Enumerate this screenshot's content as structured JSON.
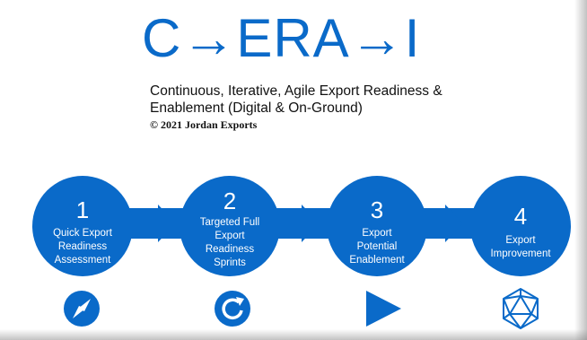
{
  "logo": {
    "text": "C→ERA→I"
  },
  "subtitle": {
    "line1": "Continuous, Iterative, Agile Export Readiness &",
    "line2": "Enablement (Digital & On-Ground)"
  },
  "copyright": "© 2021 Jordan Exports",
  "colors": {
    "primary": "#0a6ac9",
    "text": "#111111",
    "background": "#ffffff"
  },
  "steps": [
    {
      "number": "1",
      "lines": [
        "Quick Export",
        "Readiness",
        "Assessment"
      ],
      "icon": "compass-icon"
    },
    {
      "number": "2",
      "lines": [
        "Targeted Full",
        "Export",
        "Readiness",
        "Sprints"
      ],
      "icon": "refresh-icon"
    },
    {
      "number": "3",
      "lines": [
        "Export",
        "Potential",
        "Enablement"
      ],
      "icon": "play-icon"
    },
    {
      "number": "4",
      "lines": [
        "Export",
        "Improvement"
      ],
      "icon": "polyhedron-icon"
    }
  ]
}
